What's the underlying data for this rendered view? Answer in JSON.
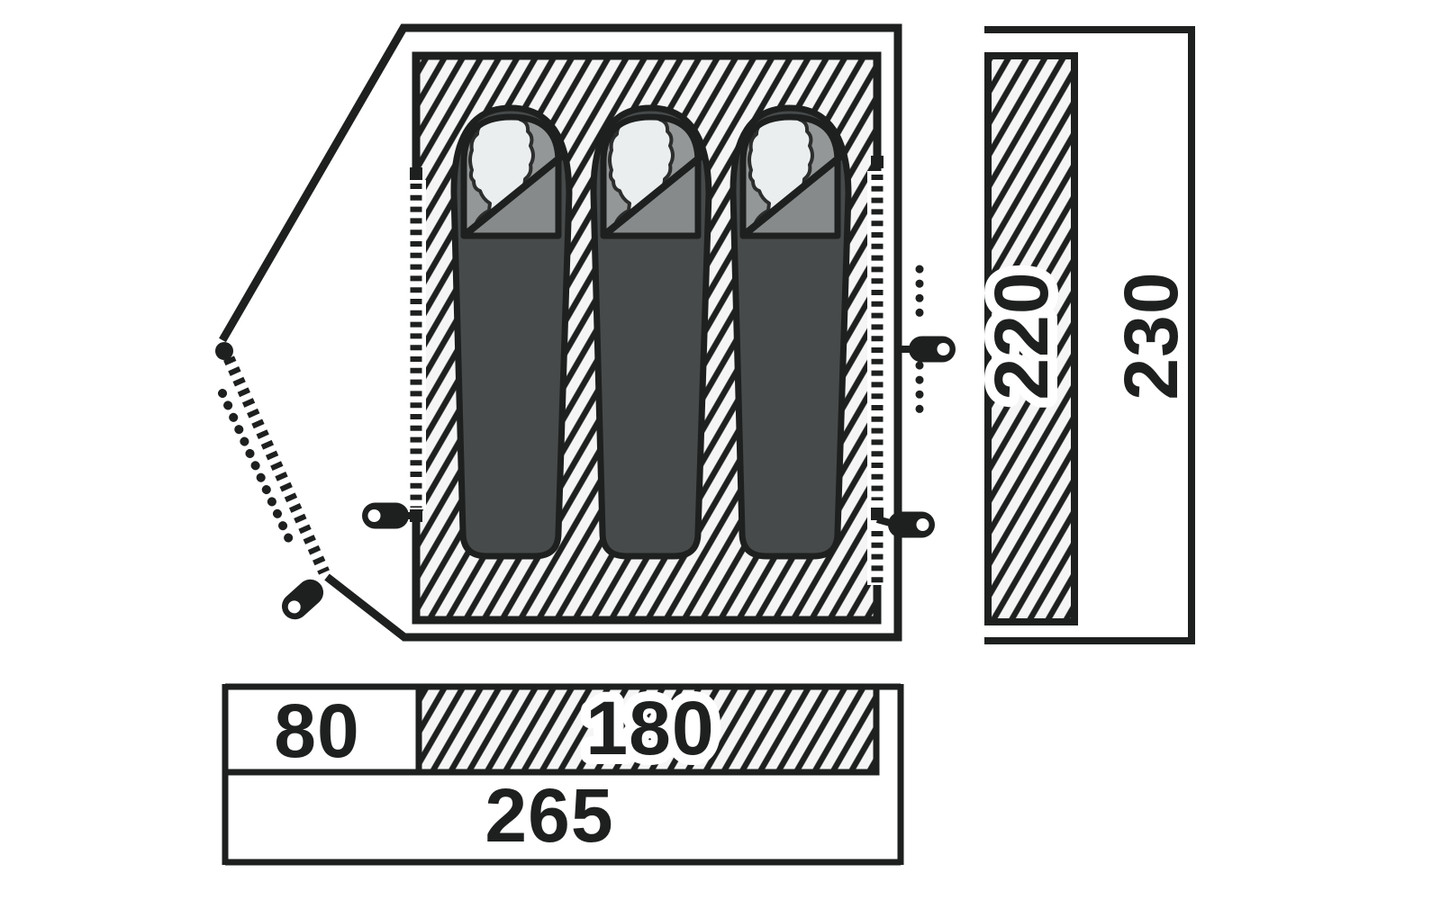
{
  "diagram": {
    "type": "tent-floorplan",
    "occupant_count": 3,
    "labels": {
      "porch_width": "80",
      "inner_width": "180",
      "total_width": "265",
      "inner_depth": "220",
      "total_depth": "230"
    }
  },
  "colors": {
    "background": "#ffffff",
    "outline": "#1e2020",
    "hatch_bg": "#f5f5f5",
    "bag_body": "#474a4a",
    "hood": "#949797",
    "flap": "#878a8a",
    "person": "#eaeeee"
  }
}
